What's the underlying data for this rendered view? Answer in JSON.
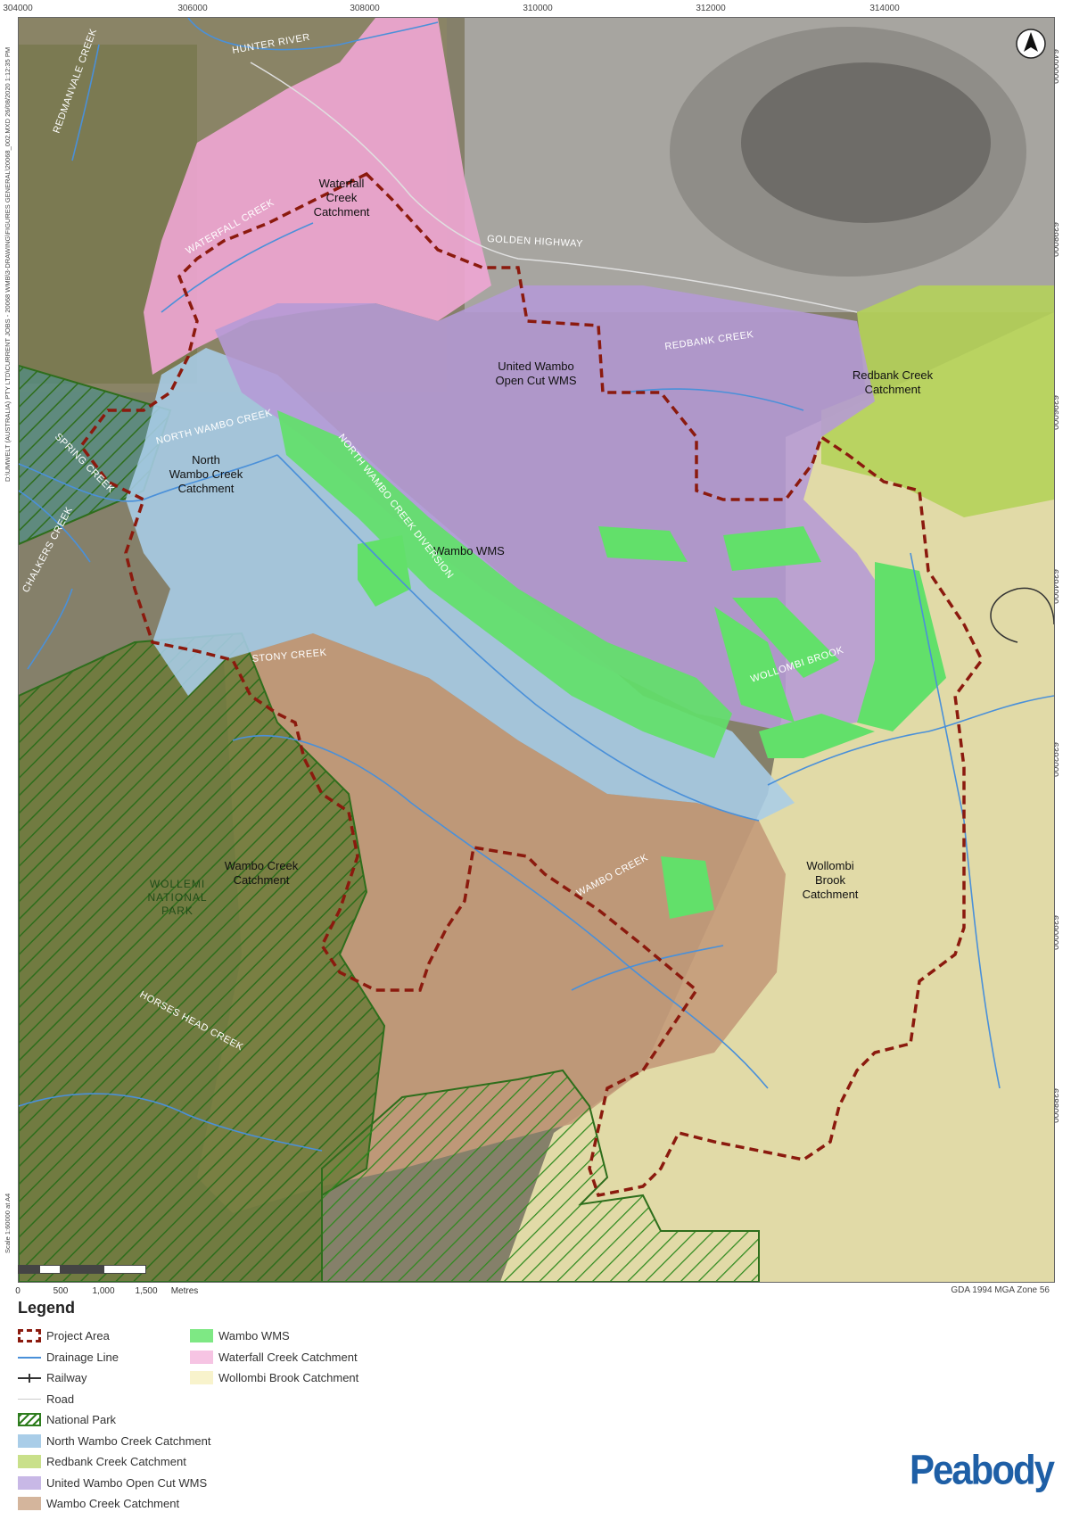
{
  "map": {
    "easting_ticks": [
      "304000",
      "306000",
      "308000",
      "310000",
      "312000",
      "314000"
    ],
    "northing_ticks": [
      "6400000",
      "6398000",
      "6396000",
      "6394000",
      "6392000",
      "6390000",
      "6388000"
    ],
    "file_path_text": "D:\\UMWELT (AUSTRALIA) PTY LTD\\CURRENT JOBS - 20068 WMB\\3-DRAWING\\FIGURES GENERAL\\20068_002.MXD  26/08/2020  1:12:35 PM",
    "scale_text": "Scale 1:60000 at A4",
    "catchment_labels": {
      "waterfall": "Waterfall Creek Catchment",
      "united": "United Wambo Open Cut WMS",
      "redbank": "Redbank Creek Catchment",
      "north_wambo": "North Wambo Creek Catchment",
      "wambo_wms": "Wambo WMS",
      "wambo_creek": "Wambo Creek Catchment",
      "wollombi": "Wollombi Brook Catchment",
      "national_park": "WOLLEMI NATIONAL PARK"
    },
    "feature_labels": {
      "hunter_river": "HUNTER RIVER",
      "redmanvale_creek": "REDMANVALE CREEK",
      "waterfall_creek": "WATERFALL CREEK",
      "golden_highway": "GOLDEN HIGHWAY",
      "redbank_creek": "REDBANK CREEK",
      "north_wambo_creek": "NORTH WAMBO CREEK",
      "spring_creek": "SPRING CREEK",
      "chalkers_creek": "CHALKERS CREEK",
      "north_wambo_diversion": "NORTH WAMBO CREEK DIVERSION",
      "stony_creek": "STONY CREEK",
      "wollombi_brook": "WOLLOMBI BROOK",
      "wambo_creek": "WAMBO CREEK",
      "horses_head_creek": "HORSES HEAD CREEK"
    }
  },
  "scalebar": {
    "ticks": [
      "0",
      "500",
      "1,000",
      "1,500"
    ],
    "unit": "Metres"
  },
  "datum": "GDA 1994 MGA Zone 56",
  "legend": {
    "title": "Legend",
    "col1": [
      "Project Area",
      "Drainage Line",
      "Railway",
      "Road",
      "National Park",
      "North Wambo Creek Catchment",
      "Redbank Creek Catchment",
      "United Wambo Open Cut WMS",
      "Wambo Creek Catchment"
    ],
    "col2": [
      "Wambo WMS",
      "Waterfall Creek Catchment",
      "Wollombi Brook Catchment"
    ]
  },
  "colors": {
    "project_area": "#8b1a0e",
    "drainage": "#4a90d9",
    "national_park": "#2e7d1e",
    "north_wambo": "#a9cde8",
    "redbank": "#b5d25a",
    "united_wambo": "#b59ad6",
    "wambo_creek": "#c49a7a",
    "wambo_wms": "#62e06a",
    "waterfall": "#f0a6d4",
    "wollombi": "#f1eab2"
  },
  "logo": "Peabody"
}
